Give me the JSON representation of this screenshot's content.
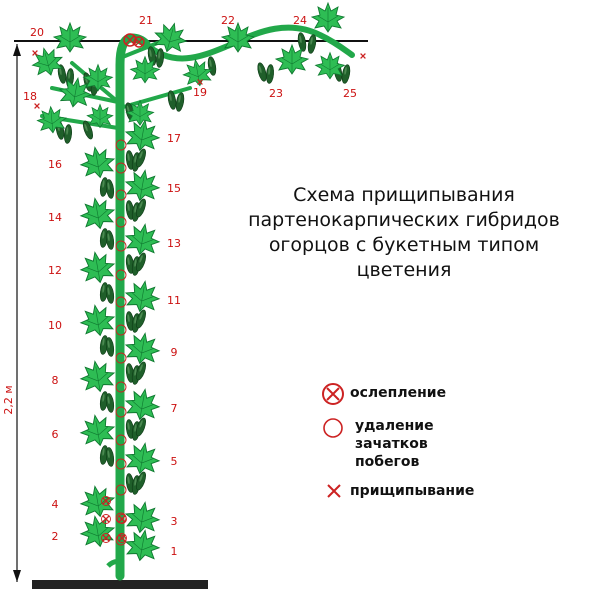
{
  "title_lines": [
    "Схема прищипывания",
    "партенокарпических гибридов",
    "огорцов с букетным типом",
    "цветения"
  ],
  "legend": {
    "blinding": "ослепление",
    "removal": [
      "удаление",
      "зачатков",
      "побегов"
    ],
    "pinching": "прищипывание"
  },
  "height_label": "2,2 м",
  "node_labels": [
    "1",
    "2",
    "3",
    "4",
    "5",
    "6",
    "7",
    "8",
    "9",
    "10",
    "11",
    "12",
    "13",
    "14",
    "15",
    "16",
    "17",
    "18",
    "19",
    "20",
    "21",
    "22",
    "23",
    "24",
    "25"
  ],
  "colors": {
    "plant": "#22a84a",
    "leaf": "#2ebd54",
    "leaf_edge": "#0f7a30",
    "fruit": "#1f5f2a",
    "label": "#cc1111",
    "mark": "#cc2222"
  },
  "icons": [
    "blinding-circle-x-icon",
    "removal-circle-icon",
    "pinching-x-icon"
  ]
}
